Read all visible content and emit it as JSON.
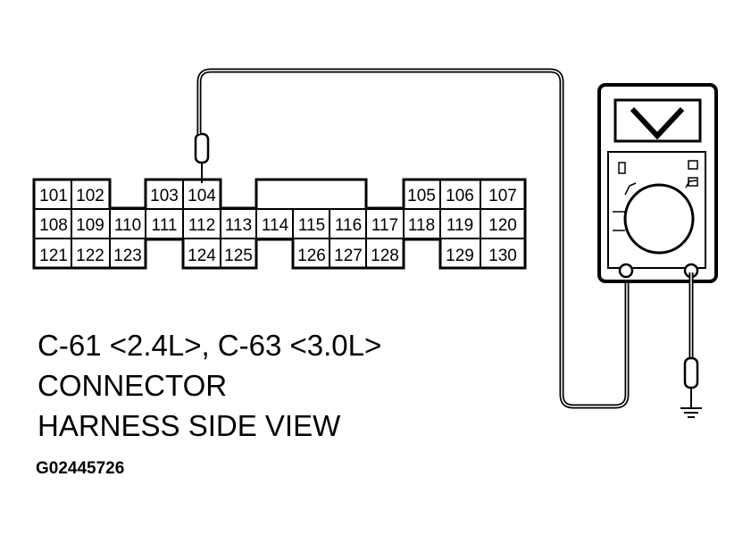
{
  "connector": {
    "pins": {
      "p101": "101",
      "p102": "102",
      "p103": "103",
      "p104": "104",
      "p105": "105",
      "p106": "106",
      "p107": "107",
      "p108": "108",
      "p109": "109",
      "p110": "110",
      "p111": "111",
      "p112": "112",
      "p113": "113",
      "p114": "114",
      "p115": "115",
      "p116": "116",
      "p117": "117",
      "p118": "118",
      "p119": "119",
      "p120": "120",
      "p121": "121",
      "p122": "122",
      "p123": "123",
      "p124": "124",
      "p125": "125",
      "p126": "126",
      "p127": "127",
      "p128": "128",
      "p129": "129",
      "p130": "130"
    }
  },
  "caption": {
    "line1": "C-61 <2.4L>, C-63 <3.0L>",
    "line2": "CONNECTOR",
    "line3": "HARNESS SIDE VIEW"
  },
  "figure_id": "G02445726",
  "icons": {
    "meter": "voltmeter-icon",
    "probe": "test-probe-icon",
    "ground": "ground-icon"
  }
}
